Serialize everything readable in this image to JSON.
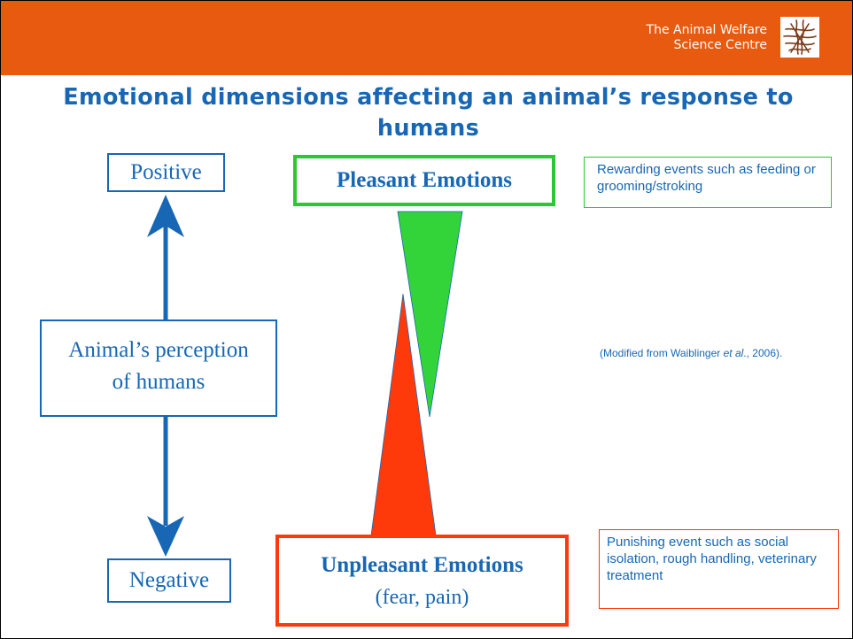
{
  "header": {
    "org_line1": "The Animal Welfare",
    "org_line2": "Science Centre",
    "bar_color": "#e85a0f",
    "logo": "animal-welfare-centre-logo"
  },
  "title": "Emotional dimensions affecting an animal’s response to humans",
  "axis": {
    "positive": "Positive",
    "perception_line1": "Animal’s perception",
    "perception_line2": "of humans",
    "negative": "Negative",
    "arrow_color": "#1767b4"
  },
  "pleasant": {
    "label": "Pleasant Emotions",
    "note": "Rewarding events such as feeding or grooming/stroking",
    "color": "#2fc634"
  },
  "unpleasant": {
    "label": "Unpleasant Emotions",
    "sublabel": "(fear, pain)",
    "note": "Punishing event such as social isolation, rough handling, veterinary treatment",
    "color": "#ff3a0a"
  },
  "citation": {
    "before": "(Modified from Waiblinger ",
    "italic": "et al",
    "after": "., 2006)."
  }
}
